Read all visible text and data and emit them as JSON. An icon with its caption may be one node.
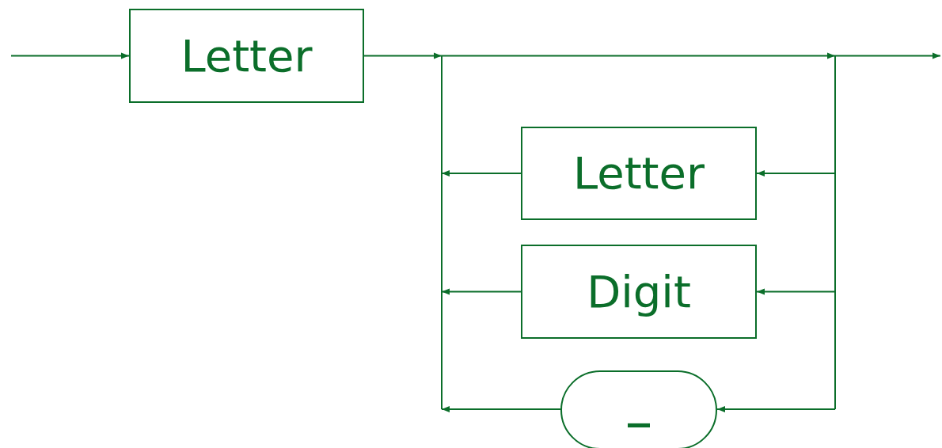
{
  "diagram": {
    "nodes": [
      {
        "text": [
          "Letter"
        ]
      },
      {
        "text": [
          "Letter"
        ]
      },
      {
        "text": [
          "Digit"
        ]
      },
      {
        "text": [
          "_"
        ]
      }
    ],
    "edges": [
      {
        "from": null,
        "to": 0,
        "arrow": "to"
      },
      {
        "from": 0,
        "to": null,
        "arrow": "to"
      },
      {
        "from": null,
        "to": 1,
        "arrow": "to"
      },
      {
        "from": 1,
        "to": null,
        "arrow": "to"
      },
      {
        "from": null,
        "to": 2,
        "arrow": "to"
      },
      {
        "from": 2,
        "to": null,
        "arrow": "to"
      },
      {
        "from": null,
        "to": 3,
        "arrow": "to"
      },
      {
        "from": 3,
        "to": null,
        "arrow": "to"
      }
    ]
  }
}
